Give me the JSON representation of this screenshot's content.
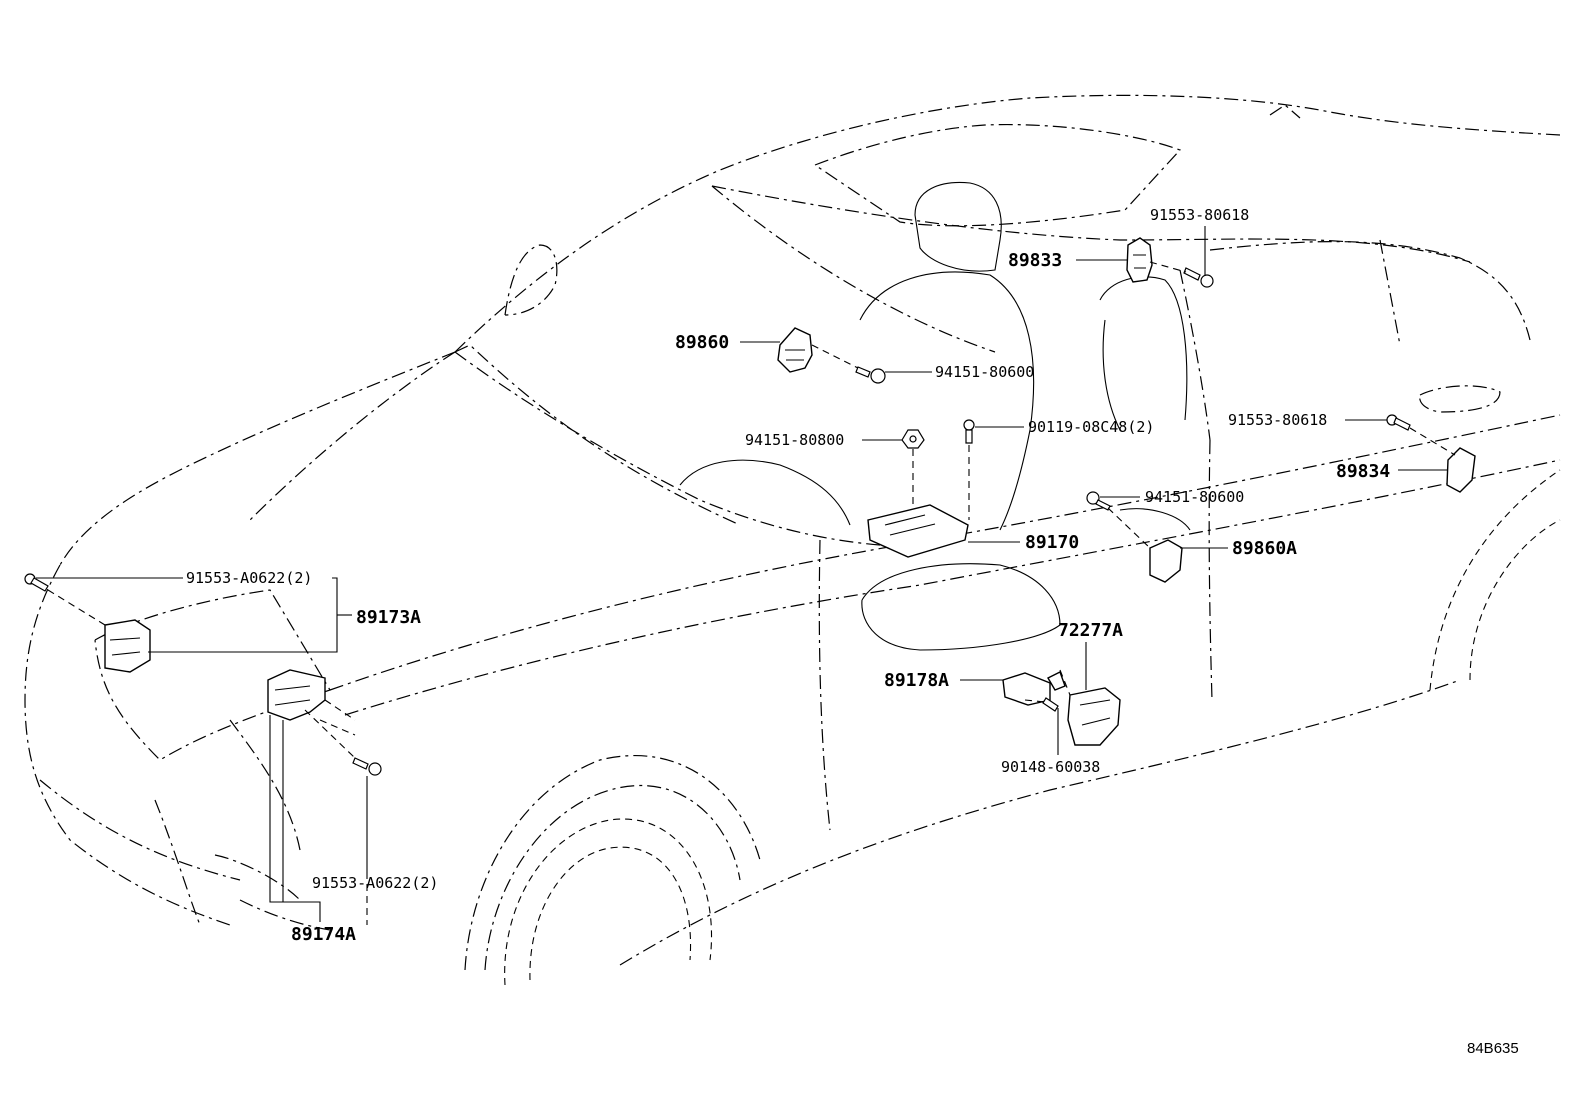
{
  "diagram": {
    "reference_code": "84B635",
    "callouts": {
      "p91553_80618_top": "91553-80618",
      "p89833": "89833",
      "p89860": "89860",
      "p94151_80600_top": "94151-80600",
      "p90119_08c48": "90119-08C48(2)",
      "p91553_80618_right": "91553-80618",
      "p94151_80800": "94151-80800",
      "p89834": "89834",
      "p94151_80600_mid": "94151-80600",
      "p89170": "89170",
      "p89860a": "89860A",
      "p91553_a0622_left": "91553-A0622(2)",
      "p89173a": "89173A",
      "p72277a": "72277A",
      "p89178a": "89178A",
      "p90148_60038": "90148-60038",
      "p91553_a0622_bottom": "91553-A0622(2)",
      "p89174a": "89174A"
    }
  }
}
